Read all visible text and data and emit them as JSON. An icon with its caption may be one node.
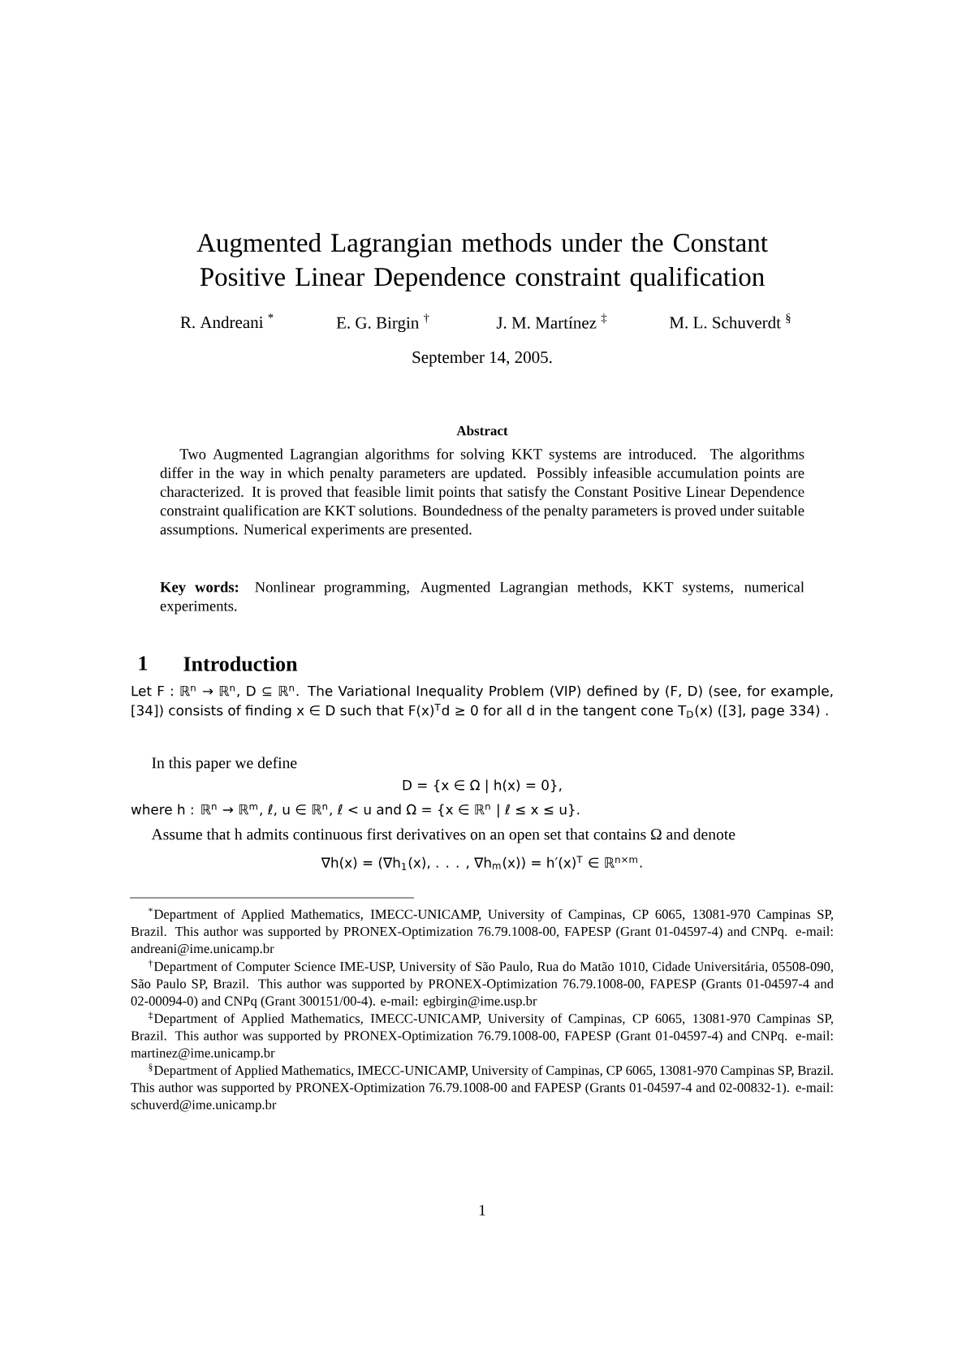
{
  "diagram": {
    "title": "Augmented Lagrangian methods under the Constant Positive Linear Dependence constraint qualification",
    "labels": [
      "R. Andreani $^{*}$",
      "E. G. Birgin $^{†}$",
      "J. M. Martínez $^{‡}$",
      "M. L. Schuverdt $^{§}$",
      "September 14, 2005.",
      "Abstract",
      "Two Augmented Lagrangian algorithms for solving KKT systems are introduced. The algorithms differ in the way in which penalty parameters are updated. Possibly infeasible accumulation points are characterized. It is proved that feasible limit points that satisfy the Constant Positive Linear Dependence constraint qualification are KKT solutions. Boundedness of the penalty parameters is proved under suitable assumptions. Numerical experiments are presented.",
      "**Key words:** Nonlinear programming, Augmented Lagrangian methods, KKT systems, numerical experiments.",
      "1",
      "Introduction",
      "Let F : ℝ$^{n}$ → ℝ$^{n}$, D ⊆ ℝ$^{n}$. The Variational Inequality Problem (VIP) defined by (F, D) (see, for example, [34]) consists of finding x ∈ D such that F(x)$^{T}$d ≥ 0 for all d in the tangent cone T$_{D}$(x) ([3], page 334) .",
      "In this paper we define",
      "D = {x ∈ Ω | h(x) = 0},",
      "where h : ℝ$^{n}$ → ℝ$^{m}$, ℓ, u ∈ ℝ$^{n}$, ℓ < u and Ω = {x ∈ ℝ$^{n}$ | ℓ ≤ x ≤ u}.",
      "Assume that h admits continuous first derivatives on an open set that contains Ω and denote",
      "∇h(x) = (∇h$_{1}$(x), . . . , ∇h$_{m}$(x)) = h′(x)$^{T}$ ∈ ℝ$^{n×m}$.",
      "$^{*}$Department of Applied Mathematics, IMECC-UNICAMP, University of Campinas, CP 6065, 13081-970 Campinas SP, Brazil. This author was supported by PRONEX-Optimization 76.79.1008-00, FAPESP (Grant 01-04597-4) and CNPq. e-mail: andreani@ime.unicamp.br",
      "$^{†}$Department of Computer Science IME-USP, University of São Paulo, Rua do Matão 1010, Cidade Universitária, 05508-090, São Paulo SP, Brazil. This author was supported by PRONEX-Optimization 76.79.1008-00, FAPESP (Grants 01-04597-4 and 02-00094-0) and CNPq (Grant 300151/00-4). e-mail: egbirgin@ime.usp.br",
      "$^{‡}$Department of Applied Mathematics, IMECC-UNICAMP, University of Campinas, CP 6065, 13081-970 Campinas SP, Brazil. This author was supported by PRONEX-Optimization 76.79.1008-00, FAPESP (Grant 01-04597-4) and CNPq. e-mail: martinez@ime.unicamp.br",
      "$^{§}$Department of Applied Mathematics, IMECC-UNICAMP, University of Campinas, CP 6065, 13081-970 Campinas SP, Brazil. This author was supported by PRONEX-Optimization 76.79.1008-00 and FAPESP (Grants 01-04597-4 and 02-00832-1). e-mail: schuverd@ime.unicamp.br",
      "1"
    ]
  }
}
